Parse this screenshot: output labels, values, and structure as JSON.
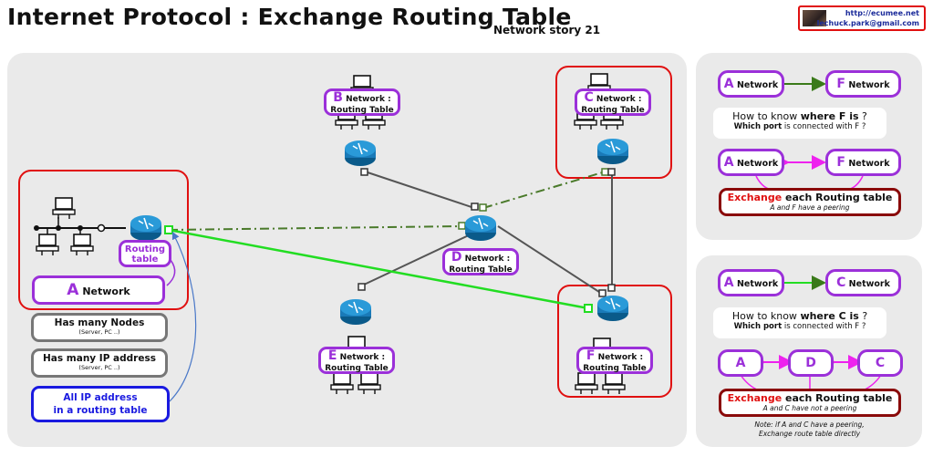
{
  "header": {
    "title": "Internet Protocol : Exchange Routing Table",
    "subtitle": "Network story 21",
    "logo_line1": "http://ecumee.net",
    "logo_line2": "lechuck.park@gmail.com"
  },
  "diagram": {
    "networkA": {
      "letter": "A",
      "label": "Network"
    },
    "routing_table_label_1": "Routing",
    "routing_table_label_2": "table",
    "nodeB": {
      "letter": "B",
      "line1": "Network :",
      "line2": "Routing Table"
    },
    "nodeC": {
      "letter": "C",
      "line1": "Network :",
      "line2": "Routing Table"
    },
    "nodeD": {
      "letter": "D",
      "line1": "Network :",
      "line2": "Routing Table"
    },
    "nodeE": {
      "letter": "E",
      "line1": "Network :",
      "line2": "Routing Table"
    },
    "nodeF": {
      "letter": "F",
      "line1": "Network :",
      "line2": "Routing Table"
    },
    "info1": {
      "main": "Has many Nodes",
      "sub": "(Server, PC ..)"
    },
    "info2": {
      "main": "Has many IP address",
      "sub": "(Server, PC ..)"
    },
    "info3": {
      "line1": "All IP address",
      "line2": "in a routing table"
    }
  },
  "panel1": {
    "a_letter": "A",
    "f_letter": "F",
    "net_label": "Network",
    "q_pre": "How to know ",
    "q_bold": "where F is",
    "q_post": " ?",
    "q2_bold": "Which port",
    "q2_post": " is connected with F ?",
    "ex_red": "Exchange",
    "ex_rest": " each Routing table",
    "ex_sub": "A and F have a peering"
  },
  "panel2": {
    "a_letter": "A",
    "c_letter": "C",
    "d_letter": "D",
    "net_label": "Network",
    "q_pre": "How to know ",
    "q_bold": "where C is",
    "q_post": " ?",
    "q2_bold": "Which port",
    "q2_post": " is connected with F ?",
    "ex_red": "Exchange",
    "ex_rest": " each Routing table",
    "ex_sub": "A and C have not a peering",
    "note1": "Note: if A and C have a peering,",
    "note2": "Exchange route table directly"
  },
  "colors": {
    "purple": "#9b30d9",
    "red": "#e01010",
    "green": "#22dd22",
    "dashgreen": "#4a7a2a",
    "blue": "#1a1ae0",
    "magenta": "#ee22ee"
  }
}
